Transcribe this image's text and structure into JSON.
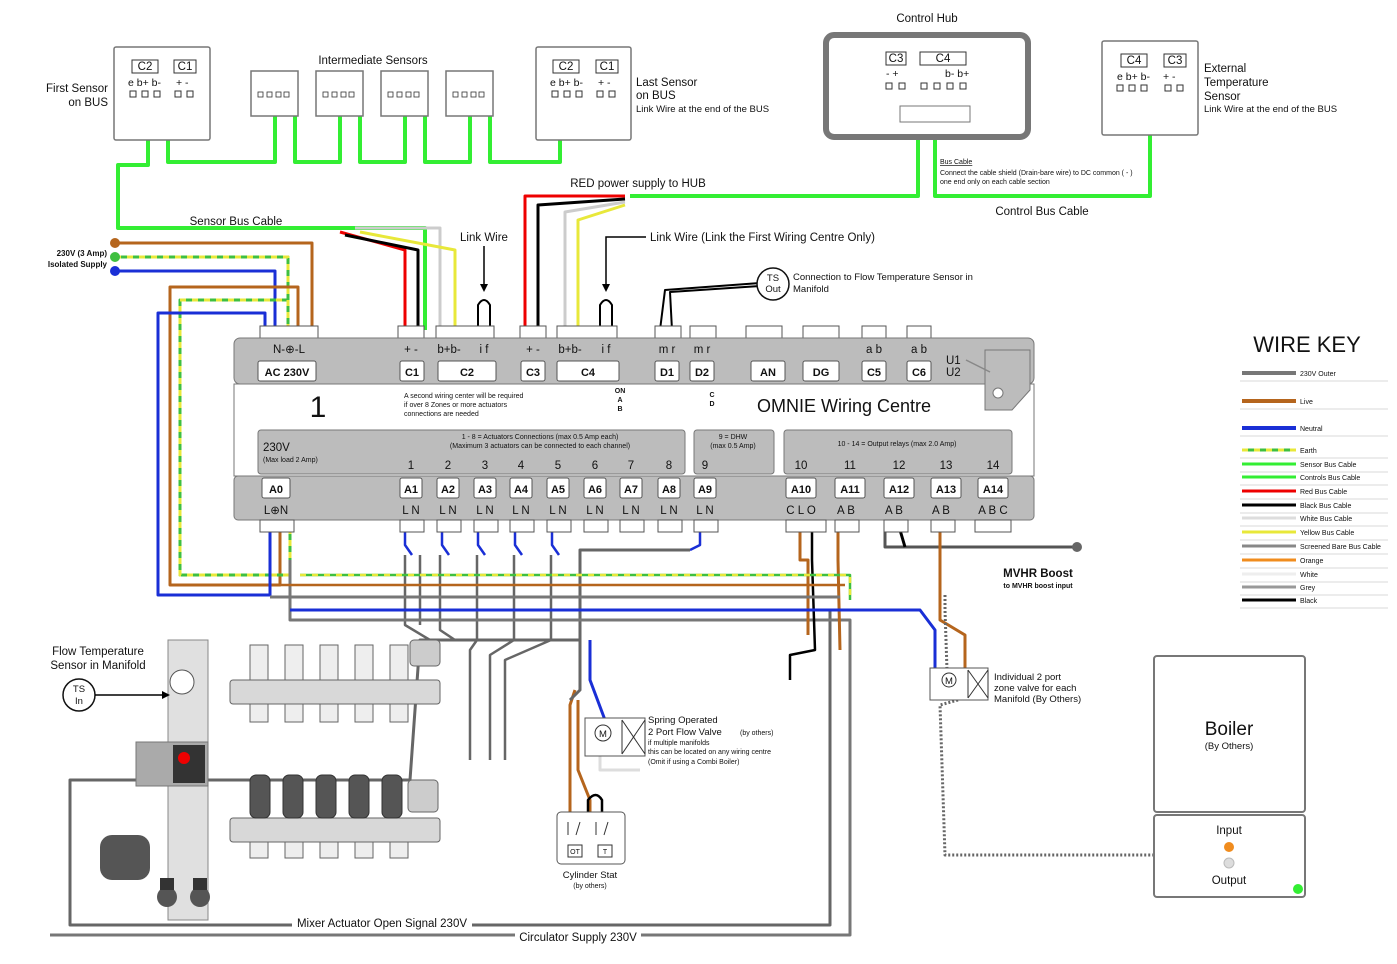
{
  "labels": {
    "control_hub": "Control Hub",
    "intermediate_sensors": "Intermediate Sensors",
    "first_sensor_1": "First Sensor",
    "first_sensor_2": "on BUS",
    "last_sensor_1": "Last Sensor",
    "last_sensor_2": "on BUS",
    "last_sensor_3": "Link Wire at the end of the BUS",
    "ext_sensor_1": "External",
    "ext_sensor_2": "Temperature",
    "ext_sensor_3": "Sensor",
    "ext_sensor_4": "Link Wire at the end of the BUS",
    "bus_cable_title": "Bus Cable",
    "bus_cable_note_1": "Connect the cable shield (Drain-bare wire) to DC common ( - )",
    "bus_cable_note_2": "one end only on each cable section",
    "control_bus_cable": "Control Bus Cable",
    "red_power": "RED power supply to HUB",
    "sensor_bus_cable": "Sensor Bus Cable",
    "link_wire": "Link Wire",
    "link_wire_first": "Link Wire (Link the First Wiring Centre Only)",
    "supply_1": "230V (3 Amp)",
    "supply_2": "Isolated Supply",
    "ts_out_conn_1": "Connection to Flow Temperature Sensor in",
    "ts_out_conn_2": "Manifold",
    "ts": "TS",
    "out": "Out",
    "in": "In",
    "flow_temp_1": "Flow Temperature",
    "flow_temp_2": "Sensor in Manifold",
    "mvhr_1": "MVHR Boost",
    "mvhr_2": "to MVHR boost input",
    "zone_valve_1": "Individual 2 port",
    "zone_valve_2": "zone valve for each",
    "zone_valve_3": "Manifold (By Others)",
    "spring_1": "Spring Operated",
    "spring_2": "2 Port Flow Valve",
    "spring_2b": "(by others)",
    "spring_3": "if multiple manifolds",
    "spring_4": "this can be located on any wiring centre",
    "spring_5": "(Omit if using a Combi Boiler)",
    "cyl_1": "Cylinder Stat",
    "cyl_2": "(by others)",
    "ot": "OT",
    "t": "T",
    "m": "M",
    "boiler": "Boiler",
    "boiler_by": "(By Others)",
    "input": "Input",
    "output": "Output",
    "mixer": "Mixer Actuator Open Signal 230V",
    "circ": "Circulator Supply 230V"
  },
  "sensor_terms": {
    "c1": "C1",
    "c2": "C2",
    "c3": "C3",
    "c4": "C4",
    "e_b_b": "e b+ b-",
    "plus_minus": "+ -",
    "minus_plus": "- +",
    "bb": "b- b+"
  },
  "wc": {
    "title": "OMNIE Wiring Centre",
    "number": "1",
    "ac_term": "N-⊕-L",
    "ac_label": "AC 230V",
    "c1": "C1",
    "c2": "C2",
    "c3": "C3",
    "c4": "C4",
    "d1": "D1",
    "d2": "D2",
    "an": "AN",
    "dg": "DG",
    "c5": "C5",
    "c6": "C6",
    "top_pm_1": "+  -",
    "top_bb_1": "b+b-",
    "top_if_1": "i   f",
    "top_pm_2": "+  -",
    "top_bb_2": "b+b-",
    "top_if_2": "i   f",
    "top_mr_1": "m  r",
    "top_mr_2": "m  r",
    "top_ab_1": "a  b",
    "top_ab_2": "a  b",
    "u1": "U1",
    "u2": "U2",
    "on": "ON",
    "a": "A",
    "b": "B",
    "c": "C",
    "d": "D",
    "second_1": "A second wiring center will be required",
    "second_2": "if over 8 Zones or more actuators",
    "second_3": "connections are needed",
    "v230": "230V",
    "maxload": "(Max load 2 Amp)",
    "act_1": "1 - 8 = Actuators Connections (max 0.5 Amp each)",
    "act_2": "(Maximum 3 actuators can be connected to each channel)",
    "dhw_1": "9 = DHW",
    "dhw_2": "(max 0.5 Amp)",
    "relay": "10 - 14 = Output relays (max 2.0 Amp)",
    "a0": "A0",
    "l_n_a0": "L⊕N",
    "channels": [
      {
        "num": "1",
        "label": "A1",
        "pins": "L N"
      },
      {
        "num": "2",
        "label": "A2",
        "pins": "L N"
      },
      {
        "num": "3",
        "label": "A3",
        "pins": "L N"
      },
      {
        "num": "4",
        "label": "A4",
        "pins": "L N"
      },
      {
        "num": "5",
        "label": "A5",
        "pins": "L N"
      },
      {
        "num": "6",
        "label": "A6",
        "pins": "L N"
      },
      {
        "num": "7",
        "label": "A7",
        "pins": "L N"
      },
      {
        "num": "8",
        "label": "A8",
        "pins": "L N"
      },
      {
        "num": "9",
        "label": "A9",
        "pins": "L N"
      }
    ],
    "relays": [
      {
        "num": "10",
        "label": "A10",
        "pins": "C L O"
      },
      {
        "num": "11",
        "label": "A11",
        "pins": "A B"
      },
      {
        "num": "12",
        "label": "A12",
        "pins": "A B"
      },
      {
        "num": "13",
        "label": "A13",
        "pins": "A B"
      },
      {
        "num": "14",
        "label": "A14",
        "pins": "A B C"
      }
    ]
  },
  "wire_key": {
    "title": "WIRE KEY",
    "items": [
      {
        "label": "230V Outer",
        "color": "#777777"
      },
      {
        "label": "Live",
        "color": "#b5651d"
      },
      {
        "label": "Neutral",
        "color": "#1a2fd6"
      },
      {
        "label": "Earth",
        "color": "#3fbf3f"
      },
      {
        "label": "Sensor Bus Cable",
        "color": "#33ee33"
      },
      {
        "label": "Controls Bus Cable",
        "color": "#33ee33"
      },
      {
        "label": "Red Bus Cable",
        "color": "#ee0000"
      },
      {
        "label": "Black Bus Cable",
        "color": "#000000"
      },
      {
        "label": "White Bus Cable",
        "color": "#dddddd"
      },
      {
        "label": "Yellow Bus Cable",
        "color": "#e8e83a"
      },
      {
        "label": "Screened Bare Bus Cable",
        "color": "#888888"
      },
      {
        "label": "Orange",
        "color": "#f08c1e"
      },
      {
        "label": "White",
        "color": "#eeeeee"
      },
      {
        "label": "Grey",
        "color": "#999999"
      },
      {
        "label": "Black",
        "color": "#000000"
      }
    ]
  }
}
